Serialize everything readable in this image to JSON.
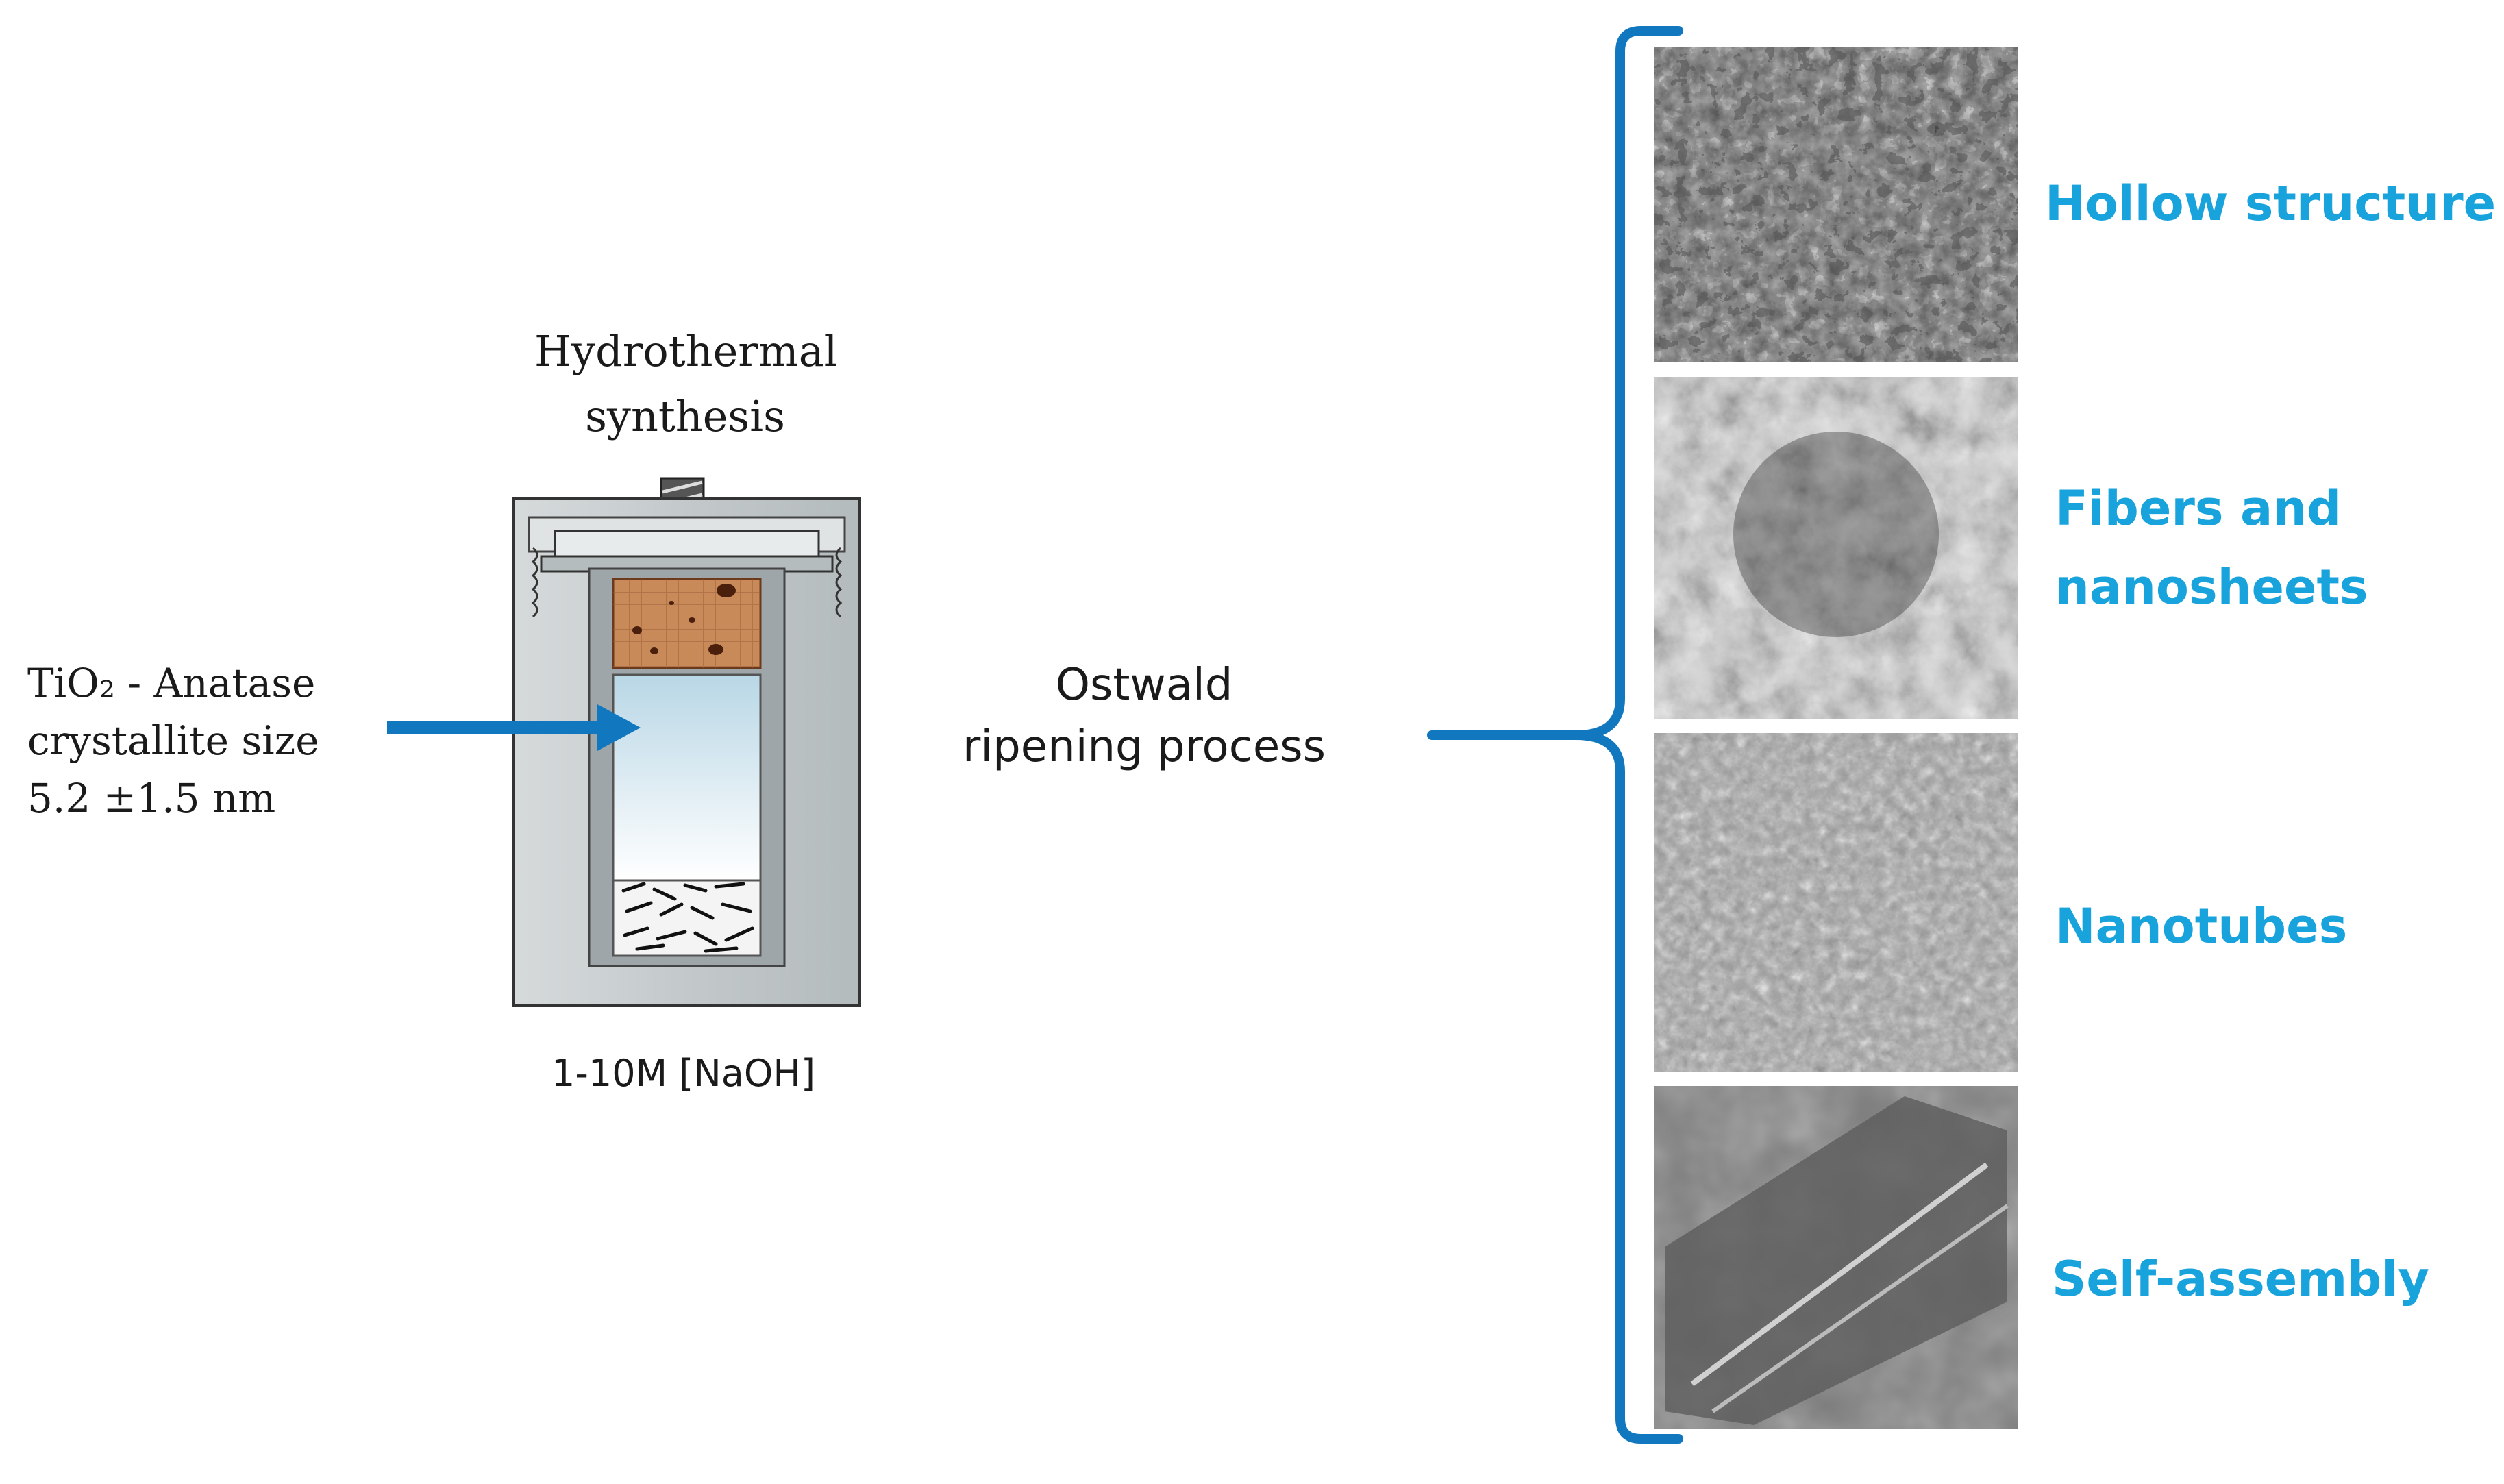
{
  "reactor": {
    "title_line1": "Hydrothermal",
    "title_line2": "synthesis",
    "concentration": "1-10M [NaOH]"
  },
  "input": {
    "line1": "TiO₂ - Anatase",
    "line2": "crystallite size",
    "line3": "5.2 ±1.5 nm"
  },
  "process": {
    "line1": "Ostwald",
    "line2": "ripening process"
  },
  "morphologies": [
    {
      "label": "Hollow structure"
    },
    {
      "label_line1": "Fibers and",
      "label_line2": "nanosheets"
    },
    {
      "label": "Nanotubes"
    },
    {
      "label": "Self-assembly"
    }
  ],
  "colors": {
    "accent_blue": "#1178c0",
    "label_blue": "#19a3dc",
    "vessel_gray": "#c9cfd1",
    "copper": "#c98a5a"
  }
}
